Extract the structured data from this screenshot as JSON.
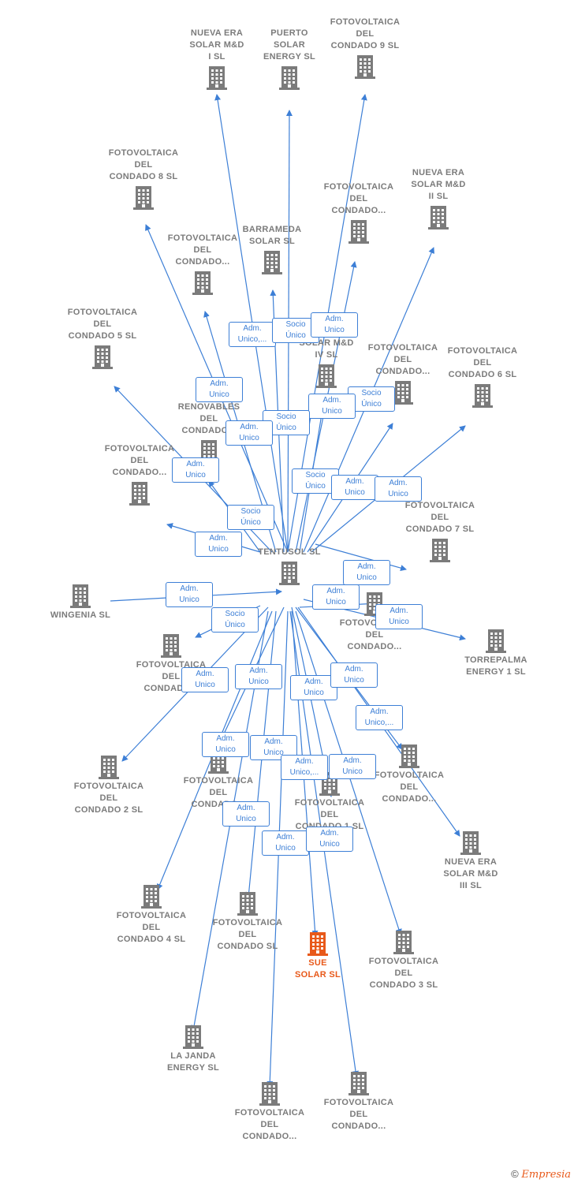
{
  "nodes": [
    {
      "id": "nueva-era-i",
      "label": "NUEVA ERA\nSOLAR M&D\nI  SL"
    },
    {
      "id": "puerto-solar",
      "label": "PUERTO\nSOLAR\nENERGY  SL"
    },
    {
      "id": "fv-condado-9",
      "label": "FOTOVOLTAICA\nDEL\nCONDADO 9 SL"
    },
    {
      "id": "fv-condado-8",
      "label": "FOTOVOLTAICA\nDEL\nCONDADO 8 SL"
    },
    {
      "id": "fv-condado-top",
      "label": "FOTOVOLTAICA\nDEL\nCONDADO..."
    },
    {
      "id": "nueva-era-ii",
      "label": "NUEVA ERA\nSOLAR M&D\nII  SL"
    },
    {
      "id": "fv-condado-mid",
      "label": "FOTOVOLTAICA\nDEL\nCONDADO..."
    },
    {
      "id": "barrameda",
      "label": "BARRAMEDA\nSOLAR  SL"
    },
    {
      "id": "fv-condado-5",
      "label": "FOTOVOLTAICA\nDEL\nCONDADO 5 SL"
    },
    {
      "id": "nueva-era-iv",
      "label": "NUEVA ERA\nSOLAR M&D\nIV  SL"
    },
    {
      "id": "fv-condado-right",
      "label": "FOTOVOLTAICA\nDEL\nCONDADO..."
    },
    {
      "id": "fv-condado-6",
      "label": "FOTOVOLTAICA\nDEL\nCONDADO 6 SL"
    },
    {
      "id": "renovables",
      "label": "RENOVABLES\nDEL\nCONDADO..."
    },
    {
      "id": "fv-condado-left",
      "label": "FOTOVOLTAICA\nDEL\nCONDADO..."
    },
    {
      "id": "fv-condado-7",
      "label": "FOTOVOLTAICA\nDEL\nCONDADO 7 SL"
    },
    {
      "id": "tentusol",
      "label": "TENTUSOL SL"
    },
    {
      "id": "wingenia",
      "label": "WINGENIA SL"
    },
    {
      "id": "fv-condado-under",
      "label": "FOTOVOLTAICA\nDEL\nCONDADO..."
    },
    {
      "id": "torrepalma",
      "label": "TORREPALMA\nENERGY 1  SL"
    },
    {
      "id": "fv-condado-lower-left",
      "label": "FOTOVOLTAICA\nDEL\nCONDADO..."
    },
    {
      "id": "fv-condado-2",
      "label": "FOTOVOLTAICA\nDEL\nCONDADO 2 SL"
    },
    {
      "id": "fv-condado-center",
      "label": "FOTOVOLTAICA\nDEL\nCONDADO..."
    },
    {
      "id": "fv-condado-1",
      "label": "FOTOVOLTAICA\nDEL\nCONDADO 1 SL"
    },
    {
      "id": "fv-condado-lower-right",
      "label": "FOTOVOLTAICA\nDEL\nCONDADO..."
    },
    {
      "id": "nueva-era-iii",
      "label": "NUEVA ERA\nSOLAR M&D\nIII  SL"
    },
    {
      "id": "fv-condado-4",
      "label": "FOTOVOLTAICA\nDEL\nCONDADO 4 SL"
    },
    {
      "id": "fv-condado-sl",
      "label": "FOTOVOLTAICA\nDEL\nCONDADO SL"
    },
    {
      "id": "sue-solar",
      "label": "SUE\nSOLAR  SL",
      "highlight": true
    },
    {
      "id": "fv-condado-3",
      "label": "FOTOVOLTAICA\nDEL\nCONDADO 3 SL"
    },
    {
      "id": "la-janda",
      "label": "LA JANDA\nENERGY  SL"
    },
    {
      "id": "fv-condado-bottom-1",
      "label": "FOTOVOLTAICA\nDEL\nCONDADO..."
    },
    {
      "id": "fv-condado-bottom-2",
      "label": "FOTOVOLTAICA\nDEL\nCONDADO..."
    }
  ],
  "edge_labels": [
    "Adm.\nUnico,...",
    "Socio\nÚnico",
    "Adm.\nUnico",
    "Adm.\nUnico",
    "Socio\nÚnico",
    "Adm.\nUnico",
    "Socio\nÚnico",
    "Adm.\nUnico",
    "Adm.\nUnico",
    "Socio\nÚnico",
    "Adm.\nUnico",
    "Adm.\nUnico",
    "Socio\nÚnico",
    "Adm.\nUnico",
    "Adm.\nUnico",
    "Adm.\nUnico",
    "Adm.\nUnico",
    "Adm.\nUnico",
    "Socio\nÚnico",
    "Adm.\nUnico",
    "Adm.\nUnico",
    "Adm.\nUnico",
    "Adm.\nUnico",
    "Adm.\nUnico,...",
    "Adm.\nUnico",
    "Adm.\nUnico",
    "Adm.\nUnico,...",
    "Adm.\nUnico",
    "Adm.\nUnico",
    "Adm.\nUnico",
    "Adm.\nUnico"
  ],
  "colors": {
    "edge": "#3d7fd6",
    "node": "#7b7b7b",
    "highlight": "#e8591a"
  },
  "footer": {
    "copyright": "©",
    "brand": "Empresia"
  }
}
